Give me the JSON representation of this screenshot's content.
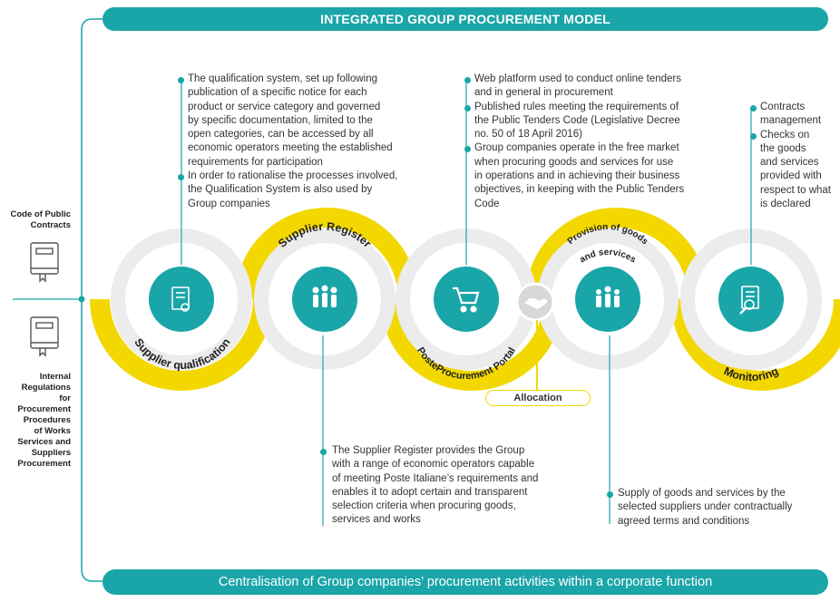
{
  "title": "INTEGRATED GROUP PROCUREMENT MODEL",
  "footer": "Centralisation of Group companies’ procurement activities within a corporate function",
  "left": {
    "top_label": [
      "Code of Public",
      "Contracts"
    ],
    "bottom_label": [
      "Internal",
      "Regulations",
      "for",
      "Procurement",
      "Procedures",
      "of Works",
      "Services and",
      "Suppliers",
      "Procurement"
    ]
  },
  "stages": [
    {
      "label": "Supplier qualification",
      "icon": "certificate-icon"
    },
    {
      "label": "Supplier Register",
      "icon": "people-group-icon"
    },
    {
      "label": "PosteProcurement Portal",
      "icon": "shopping-cart-icon"
    },
    {
      "label_line1": "Provision of goods",
      "label_line2": "and services",
      "icon": "team-icon"
    },
    {
      "label": "Monitoring",
      "icon": "document-magnifier-icon"
    }
  ],
  "allocation": "Allocation",
  "handshake_icon": "handshake-icon",
  "notes": {
    "qualification": [
      [
        "The qualification system, set up following",
        "publication of a specific notice for each",
        "product or service category and governed",
        "by specific documentation, limited to the",
        "open categories, can be accessed by all",
        "economic operators meeting the established",
        "requirements for participation"
      ],
      [
        "In order to rationalise the processes involved,",
        "the Qualification System is also used by",
        "Group companies"
      ]
    ],
    "portal": [
      [
        "Web platform used to conduct online tenders",
        "and in general in procurement"
      ],
      [
        "Published rules meeting the requirements of",
        "the Public Tenders Code (Legislative Decree",
        "no. 50 of 18 April 2016)"
      ],
      [
        "Group companies operate in the free market",
        "when procuring goods and services for use",
        "in operations and in achieving their business",
        "objectives, in keeping with the Public Tenders",
        "Code"
      ]
    ],
    "monitoring": [
      [
        "Contracts",
        "management"
      ],
      [
        "Checks on",
        "the goods",
        "and services",
        "provided with",
        "respect to what",
        "is declared"
      ]
    ],
    "register": [
      [
        "The Supplier Register provides the Group",
        "with a range of economic operators capable",
        "of meeting Poste Italiane’s requirements and",
        "enables it to adopt certain and transparent",
        "selection criteria when procuring goods,",
        "services and works"
      ]
    ],
    "provision": [
      [
        "Supply of goods and services by the",
        "selected suppliers under contractually",
        "agreed terms and conditions"
      ]
    ]
  },
  "colors": {
    "teal": "#1aa5a8",
    "yellow": "#f2d800",
    "grey": "#e8e8e8"
  }
}
